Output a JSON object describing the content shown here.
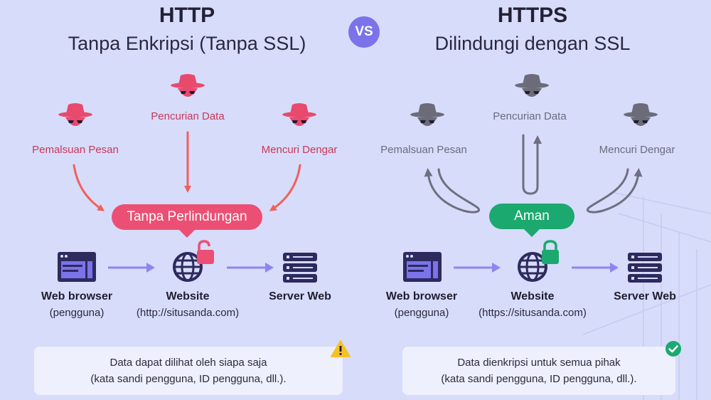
{
  "vs_label": "VS",
  "left": {
    "title": "HTTP",
    "subtitle": "Tanpa Enkripsi (Tanpa SSL)",
    "threats": [
      "Pemalsuan Pesan",
      "Pencurian Data",
      "Mencuri Dengar"
    ],
    "status_pill": "Tanpa Perlindungan",
    "nodes": [
      {
        "label": "Web browser",
        "sub": "(pengguna)",
        "icon": "browser-window-icon"
      },
      {
        "label": "Website",
        "sub": "(http://situsanda.com)",
        "icon": "globe-icon"
      },
      {
        "label": "Server Web",
        "sub": "",
        "icon": "server-stack-icon"
      }
    ],
    "note_line1": "Data dapat dilihat oleh siapa saja",
    "note_line2": "(kata sandi pengguna, ID pengguna, dll.).",
    "note_icon": "warning-triangle-icon"
  },
  "right": {
    "title": "HTTPS",
    "subtitle": "Dilindungi dengan SSL",
    "threats": [
      "Pemalsuan Pesan",
      "Pencurian Data",
      "Mencuri Dengar"
    ],
    "status_pill": "Aman",
    "nodes": [
      {
        "label": "Web browser",
        "sub": "(pengguna)",
        "icon": "browser-window-icon"
      },
      {
        "label": "Website",
        "sub": "(https://situsanda.com)",
        "icon": "globe-icon"
      },
      {
        "label": "Server Web",
        "sub": "",
        "icon": "server-stack-icon"
      }
    ],
    "note_line1": "Data dienkripsi untuk semua pihak",
    "note_line2": "(kata sandi pengguna, ID pengguna, dll.).",
    "note_icon": "check-circle-icon"
  },
  "colors": {
    "background": "#d7dcfa",
    "threat_red": "#e84a6e",
    "threat_gray": "#6b6c78",
    "arrow_red": "#f0605b",
    "arrow_gray": "#6e7080",
    "flow_arrow": "#8d86f0",
    "pill_red": "#ec4f74",
    "pill_green": "#1ba96f",
    "lock_red": "#ec4f74",
    "lock_green": "#1ba96f",
    "node_icon": "#2d2a5e",
    "vs_badge": "#7b73ea",
    "warning": "#f5c226",
    "check": "#1ba96f"
  }
}
